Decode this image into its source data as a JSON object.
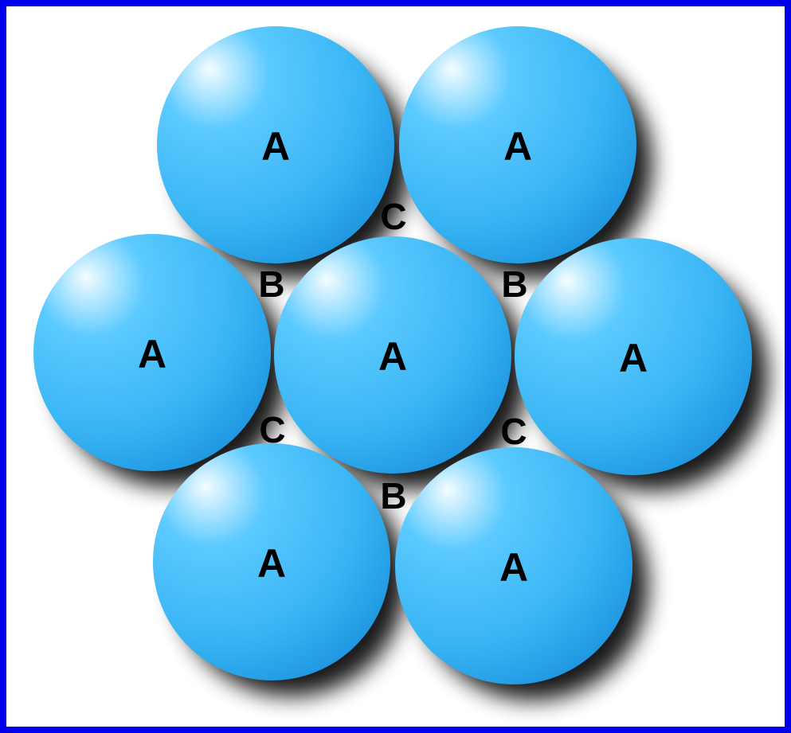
{
  "colors": {
    "border": "#0000ee",
    "background": "#ffffff",
    "sphere_highlight": "#f4fcff",
    "sphere_mid": "#5ccaff",
    "sphere_base": "#38b4f4",
    "sphere_edge": "#1e96e0",
    "shadow": "#000000",
    "label": "#000000"
  },
  "spheres": [
    {
      "label": "A"
    },
    {
      "label": "A"
    },
    {
      "label": "A"
    },
    {
      "label": "A"
    },
    {
      "label": "A"
    },
    {
      "label": "A"
    },
    {
      "label": "A"
    }
  ],
  "sites": [
    {
      "label": "C"
    },
    {
      "label": "B"
    },
    {
      "label": "B"
    },
    {
      "label": "C"
    },
    {
      "label": "C"
    },
    {
      "label": "B"
    }
  ]
}
